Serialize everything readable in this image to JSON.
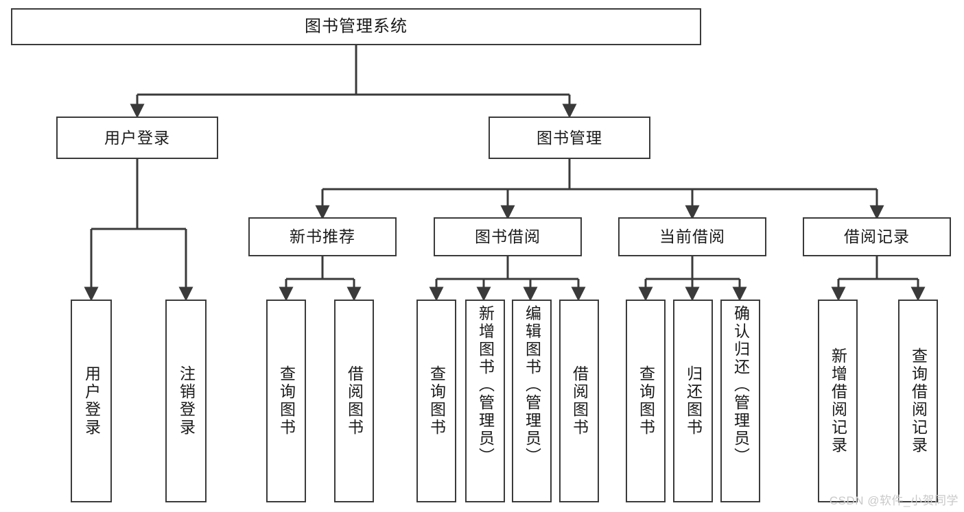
{
  "diagram": {
    "title": "图书管理系统",
    "watermark": "CSDN @软件_小贺同学",
    "line_color": "#3a3a3a",
    "text_color": "#1a1a1a",
    "background": "#ffffff",
    "watermark_color": "#c9c9c9"
  },
  "nodes": {
    "root": {
      "label": "图书管理系统"
    },
    "level2": [
      {
        "label": "用户登录"
      },
      {
        "label": "图书管理"
      }
    ],
    "level3": [
      {
        "label": "新书推荐"
      },
      {
        "label": "图书借阅"
      },
      {
        "label": "当前借阅"
      },
      {
        "label": "借阅记录"
      }
    ],
    "leaves": {
      "user_login": [
        {
          "label": "用户登录"
        },
        {
          "label": "注销登录"
        }
      ],
      "new_book": [
        {
          "label": "查询图书"
        },
        {
          "label": "借阅图书"
        }
      ],
      "book_borrow": [
        {
          "label": "查询图书"
        },
        {
          "label": "新增图书（管理员）"
        },
        {
          "label": "编辑图书（管理员）"
        },
        {
          "label": "借阅图书"
        }
      ],
      "current_borrow": [
        {
          "label": "查询图书"
        },
        {
          "label": "归还图书"
        },
        {
          "label": "确认归还（管理员）"
        }
      ],
      "borrow_record": [
        {
          "label": "新增借阅记录"
        },
        {
          "label": "查询借阅记录"
        }
      ]
    }
  }
}
